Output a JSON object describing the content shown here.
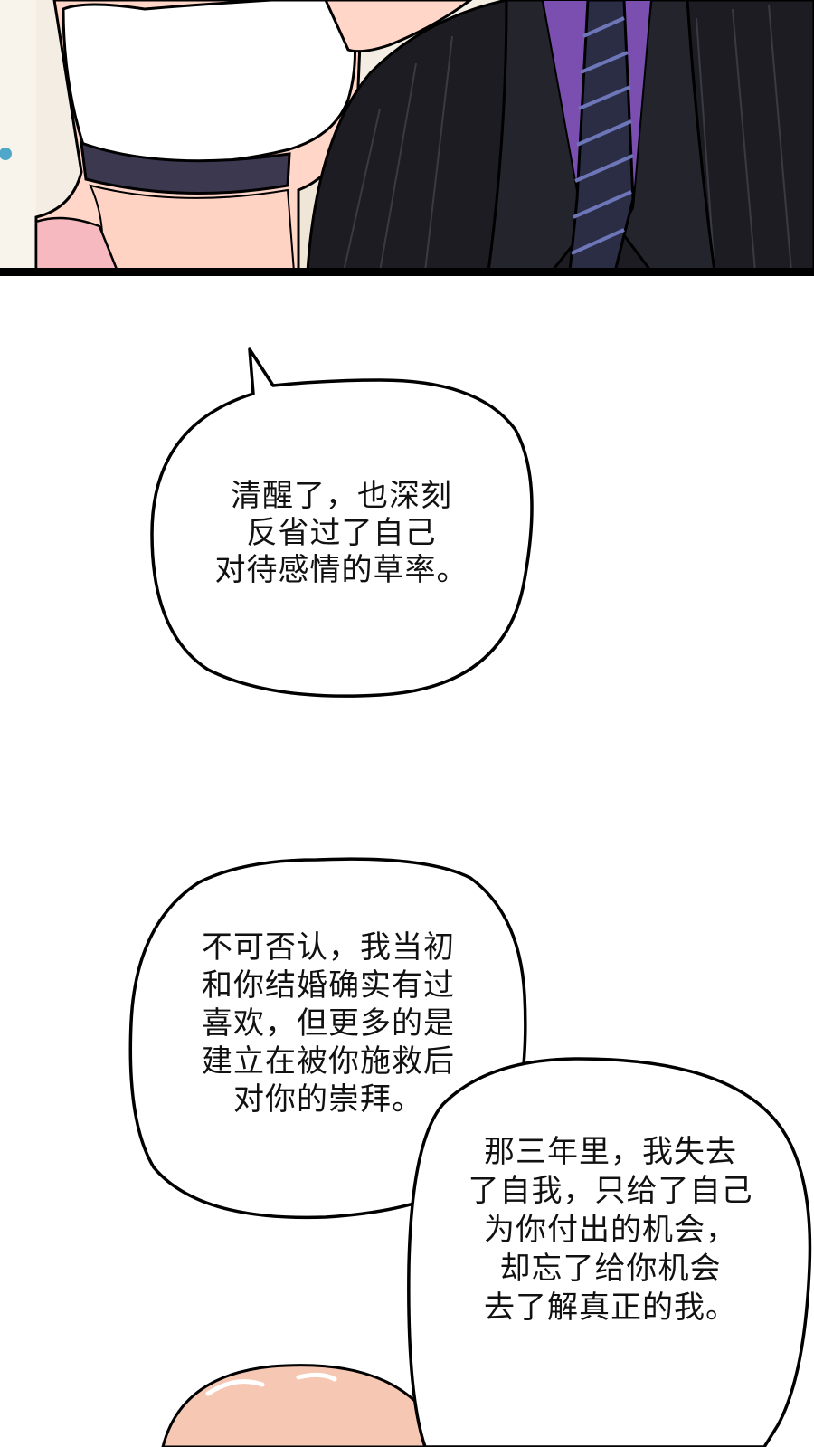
{
  "comic": {
    "bubble_1": {
      "lines": [
        "清醒了，也深刻",
        "反省过了自己",
        "对待感情的草率。"
      ]
    },
    "bubble_2": {
      "lines": [
        "不可否认，我当初",
        "和你结婚确实有过",
        "喜欢，但更多的是",
        "建立在被你施救后",
        "对你的崇拜。"
      ]
    },
    "bubble_3": {
      "lines": [
        "那三年里，我失去",
        "了自我，只给了自己",
        "为你付出的机会，",
        "却忘了给你机会",
        "去了解真正的我。"
      ]
    }
  },
  "colors": {
    "suit": "#1c1c22",
    "shirt": "#7a4fb0",
    "tie_stripe": "#3a3f6e",
    "skin": "#ffd9c9",
    "top": "#ffffff",
    "band": "#3b3850",
    "hair": "#f6c7b3",
    "outline": "#000000"
  }
}
